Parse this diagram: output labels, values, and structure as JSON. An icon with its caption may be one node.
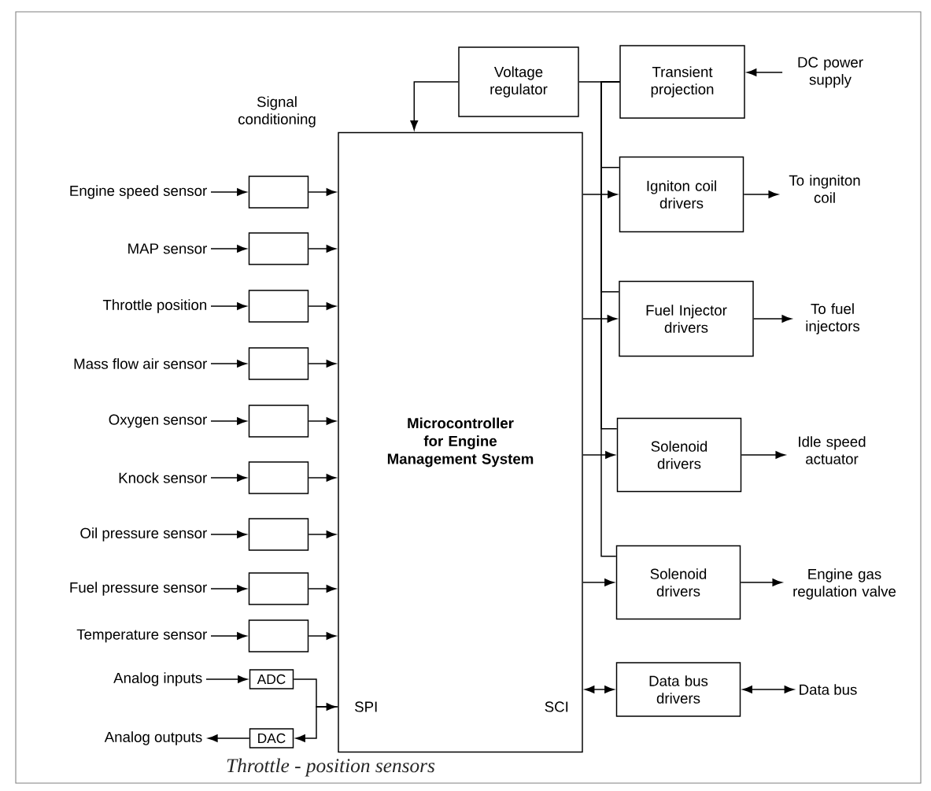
{
  "diagram": {
    "nodes": [
      {
        "text": [
          "Voltage regulator"
        ]
      },
      {
        "text": [
          "Transient projection"
        ]
      },
      {
        "text": [
          "DC power supply"
        ]
      },
      {
        "text": [
          "Microcontroller for Engine Management System",
          "SPI",
          "SCI"
        ]
      },
      {
        "text": [
          "Igniton coil drivers"
        ]
      },
      {
        "text": [
          "To ingniton coil"
        ]
      },
      {
        "text": [
          "Fuel Injector drivers"
        ]
      },
      {
        "text": [
          "To fuel injectors"
        ]
      },
      {
        "text": [
          "Solenoid drivers"
        ]
      },
      {
        "text": [
          "Idle speed actuator"
        ]
      },
      {
        "text": [
          "Solenoid drivers"
        ]
      },
      {
        "text": [
          "Engine gas regulation valve"
        ]
      },
      {
        "text": [
          "Data bus drivers"
        ]
      },
      {
        "text": [
          "Data bus"
        ]
      },
      {
        "text": [
          "Engine speed sensor"
        ]
      },
      {
        "text": [],
        "shape": "box"
      },
      {
        "text": [
          "MAP sensor"
        ]
      },
      {
        "text": [],
        "shape": "box"
      },
      {
        "text": [
          "Throttle position"
        ]
      },
      {
        "text": [],
        "shape": "box"
      },
      {
        "text": [
          "Mass flow air sensor"
        ]
      },
      {
        "text": [],
        "shape": "box"
      },
      {
        "text": [
          "Oxygen sensor"
        ]
      },
      {
        "text": [],
        "shape": "box"
      },
      {
        "text": [
          "Knock sensor"
        ]
      },
      {
        "text": [],
        "shape": "box"
      },
      {
        "text": [
          "Oil pressure sensor"
        ]
      },
      {
        "text": [],
        "shape": "box"
      },
      {
        "text": [
          "Fuel pressure sensor"
        ]
      },
      {
        "text": [],
        "shape": "box"
      },
      {
        "text": [
          "Temperature sensor"
        ]
      },
      {
        "text": [],
        "shape": "box"
      },
      {
        "text": [
          "Analog inputs"
        ]
      },
      {
        "text": [
          "ADC"
        ]
      },
      {
        "text": [
          "Analog outputs"
        ]
      },
      {
        "text": [
          "DAC"
        ]
      }
    ],
    "edges": [
      {
        "from": 2,
        "to": 1,
        "arrow": "to"
      },
      {
        "from": 1,
        "to": 0,
        "arrow": "none"
      },
      {
        "from": 0,
        "to": 3,
        "arrow": "to"
      },
      {
        "from": 1,
        "to": 4,
        "arrow": "none"
      },
      {
        "from": 1,
        "to": 6,
        "arrow": "none"
      },
      {
        "from": 1,
        "to": 8,
        "arrow": "none"
      },
      {
        "from": 1,
        "to": 10,
        "arrow": "none"
      },
      {
        "from": 3,
        "to": 4,
        "arrow": "to"
      },
      {
        "from": 3,
        "to": 6,
        "arrow": "to"
      },
      {
        "from": 3,
        "to": 8,
        "arrow": "to"
      },
      {
        "from": 3,
        "to": 10,
        "arrow": "to"
      },
      {
        "from": 3,
        "to": 12,
        "arrow": "both"
      },
      {
        "from": 4,
        "to": 5,
        "arrow": "to"
      },
      {
        "from": 6,
        "to": 7,
        "arrow": "to"
      },
      {
        "from": 8,
        "to": 9,
        "arrow": "to"
      },
      {
        "from": 10,
        "to": 11,
        "arrow": "to"
      },
      {
        "from": 12,
        "to": 13,
        "arrow": "both"
      },
      {
        "from": 14,
        "to": 15,
        "arrow": "to"
      },
      {
        "from": 15,
        "to": 3,
        "arrow": "to"
      },
      {
        "from": 16,
        "to": 17,
        "arrow": "to"
      },
      {
        "from": 17,
        "to": 3,
        "arrow": "to"
      },
      {
        "from": 18,
        "to": 19,
        "arrow": "to"
      },
      {
        "from": 19,
        "to": 3,
        "arrow": "to"
      },
      {
        "from": 20,
        "to": 21,
        "arrow": "to"
      },
      {
        "from": 21,
        "to": 3,
        "arrow": "to"
      },
      {
        "from": 22,
        "to": 23,
        "arrow": "to"
      },
      {
        "from": 23,
        "to": 3,
        "arrow": "to"
      },
      {
        "from": 24,
        "to": 25,
        "arrow": "to"
      },
      {
        "from": 25,
        "to": 3,
        "arrow": "to"
      },
      {
        "from": 26,
        "to": 27,
        "arrow": "to"
      },
      {
        "from": 27,
        "to": 3,
        "arrow": "to"
      },
      {
        "from": 28,
        "to": 29,
        "arrow": "to"
      },
      {
        "from": 29,
        "to": 3,
        "arrow": "to"
      },
      {
        "from": 30,
        "to": 31,
        "arrow": "to"
      },
      {
        "from": 31,
        "to": 3,
        "arrow": "to"
      },
      {
        "from": 32,
        "to": 33,
        "arrow": "to"
      },
      {
        "from": 33,
        "to": 3,
        "arrow": "to"
      },
      {
        "from": 3,
        "to": 35,
        "arrow": "to"
      },
      {
        "from": 35,
        "to": 34,
        "arrow": "to"
      }
    ],
    "labels": [
      "Signal conditioning",
      "Throttle - position sensors"
    ]
  }
}
